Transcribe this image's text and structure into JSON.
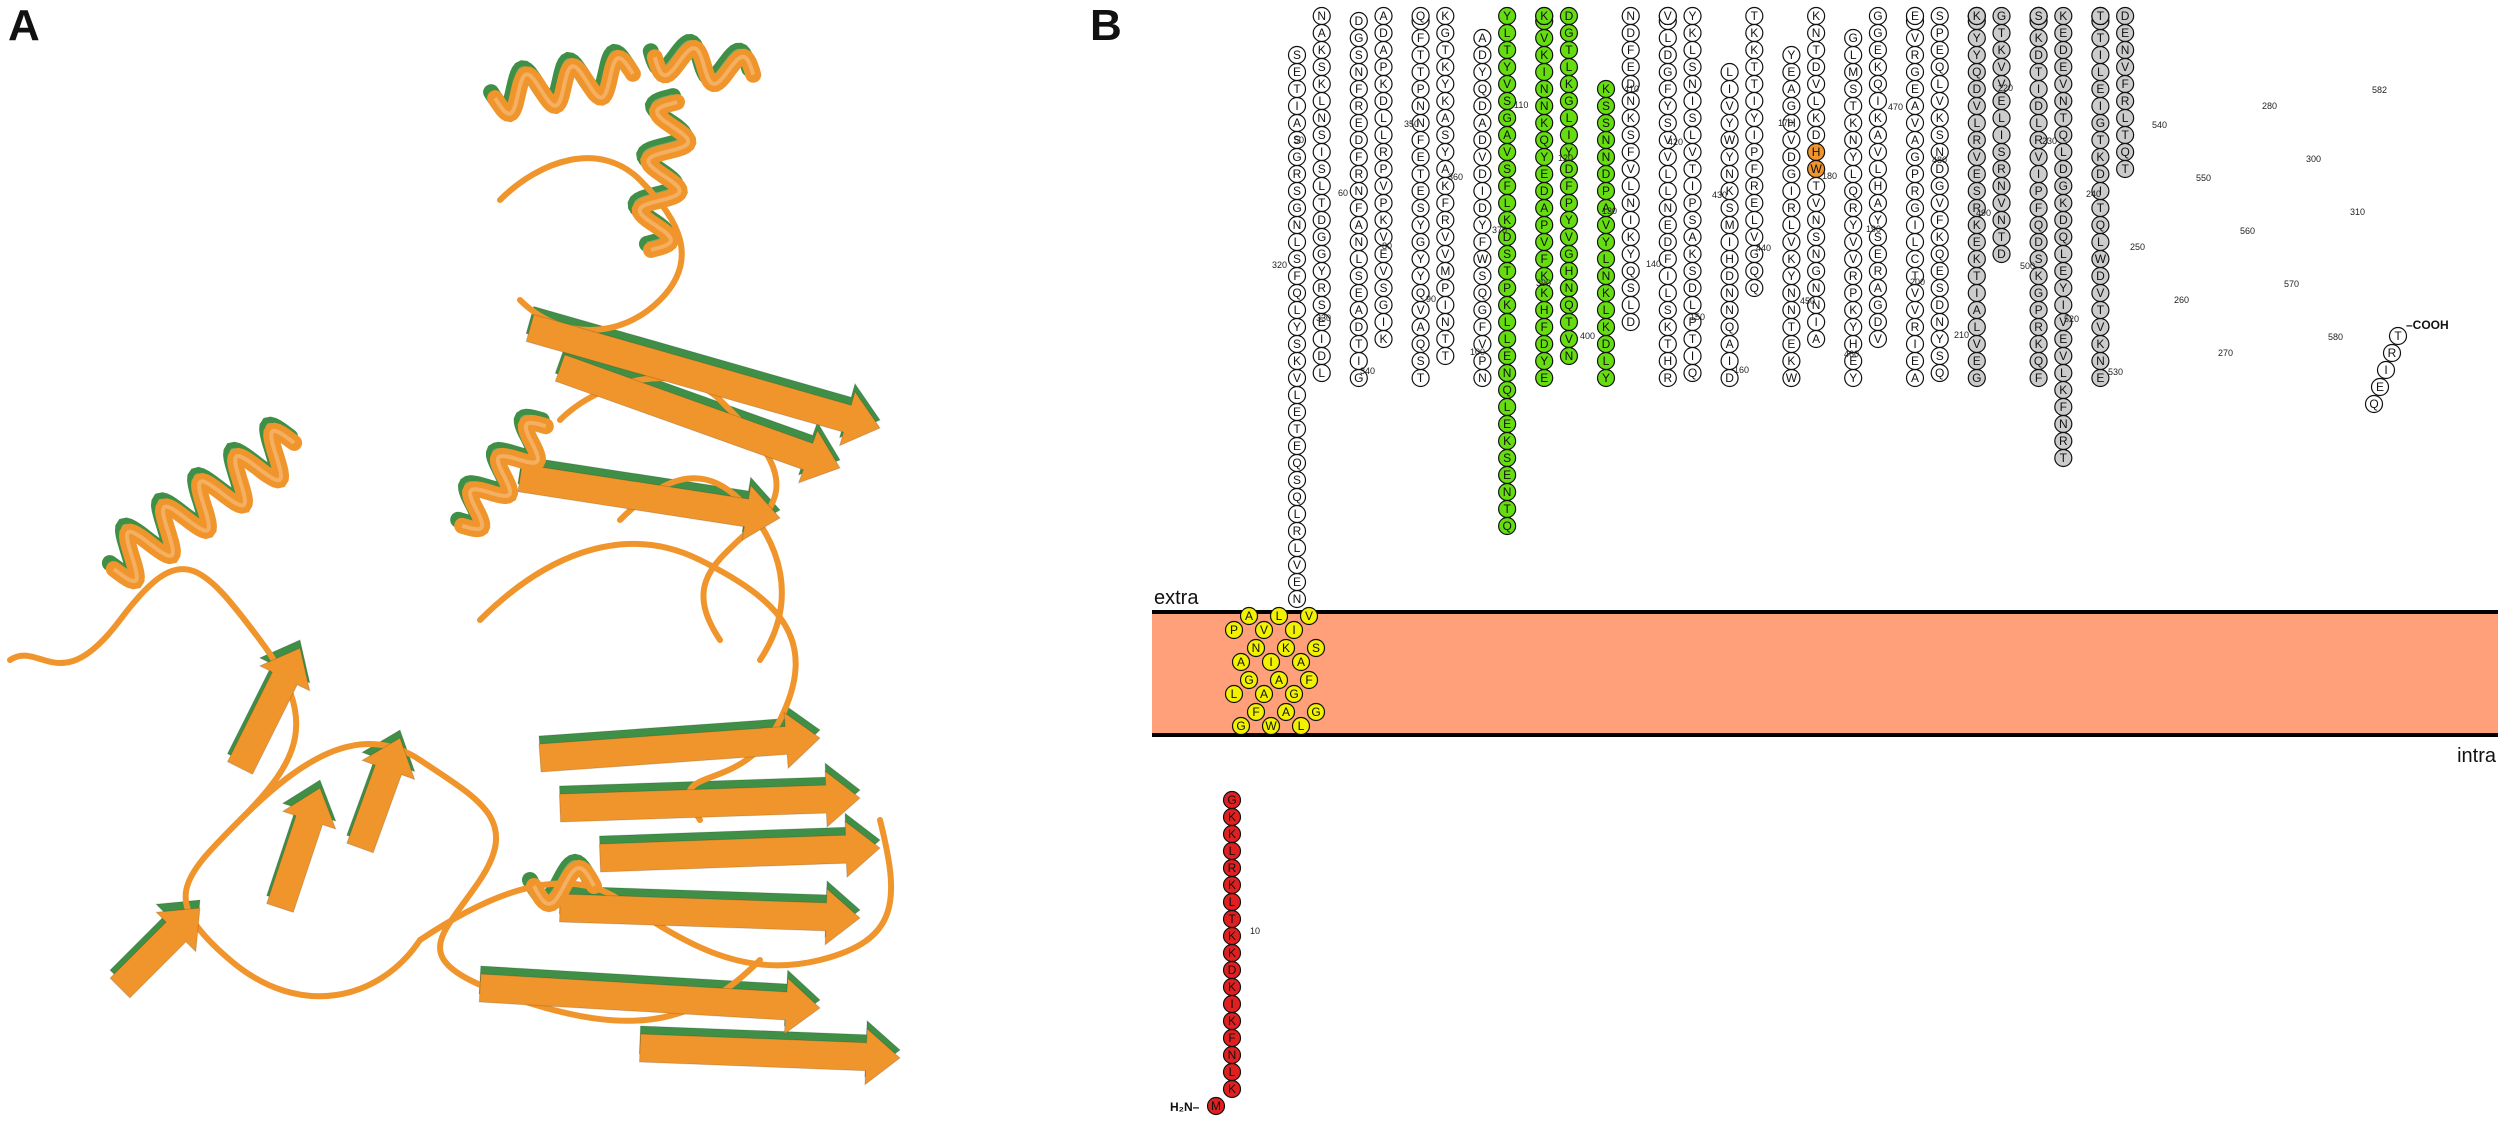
{
  "panel_a": {
    "label": "A",
    "structure_colors": {
      "model_1": "#3f8f47",
      "model_2": "#f0952c"
    }
  },
  "panel_b": {
    "label": "B",
    "extra_label": "extra",
    "intra_label": "intra",
    "n_terminus_label": "H₂N–",
    "c_terminus_label": "–COOH",
    "membrane_color": "#ffa07a",
    "highlight_colors": {
      "intracellular": "#e02020",
      "transmembrane": "#f2f200",
      "green_segment": "#66dd11",
      "orange_residue": "#f0952c",
      "blue_residue": "#22aadd",
      "grey_region": "#cccccc"
    },
    "intracellular_sequence": "MKLNFKIKDKKTLKRLKKG",
    "transmembrane_sequence": "GFWALGLGAAGFANIKASPAVLIV",
    "juxtamembrane_sequence": "NEVLRLQSQETEL",
    "loops": [
      "VKSYLQFSLNGSRGSAITES",
      "NAKSKLNSISLTDGGYRSEIDL",
      "GITDAESLNAFNRFDERFNSGD",
      "ADAPKDLLRPVPKVEVSGIK",
      "TSQAVQYYGYSETEFNNPTTFLQ",
      "KGTKYKASYAKFRVVMPINTT",
      "NPVFGQSWFYDIDVDADQYDA",
      "YLTYVSGAVSFLKDSTPKLLENQLEKSENTQ",
      "EYDFHKKFVPADEYQKNNIKVAPK",
      "DGTLKGLIYDFPYVGHNQTVN",
      "YLDKLKNLYVAPDNNSSK",
      "NDFEDNKSFVLNIKYQSLD",
      "RHTKSLIFDENLLVVSYFGDLRDV",
      "YKLSNISLVTIPSAKSDLPTIQ",
      "DIAQNNDHIMSKNYWYVIL",
      "TKKTTIYIPFRELVGQQ",
      "WKETNNYKVLRIGDVHGAEY",
      "KNTDVLKDHWTVNSNGNNIA",
      "YEHYKPRVVYRQLYNKTSMLG",
      "GGEKQIKAVLHAYSERAGDV",
      "AEIRVVTCLIGRPGAVAEGRVLTE",
      "SPEQLVKSNDGVFKQESDNYSQ",
      "GEVLAITKEKRSEVRLVDQYYIIDK",
      "GTKVVELISRNVNTD",
      "FQKRPGKSDQFPIVRLDITDKVTLKS",
      "KEDEVNTQLDGKDQLEYIVEVLKFNRT",
      "ENKVTVDWLQTIDKTGIELITKENT",
      "DENVFRLTQT"
    ],
    "position_labels": [
      "10",
      "50",
      "60",
      "80",
      "90",
      "100",
      "110",
      "120",
      "130",
      "140",
      "150",
      "160",
      "170",
      "180",
      "190",
      "200",
      "210",
      "220",
      "230",
      "240",
      "250",
      "260",
      "270",
      "280",
      "300",
      "310",
      "320",
      "330",
      "340",
      "350",
      "360",
      "370",
      "390",
      "400",
      "410",
      "420",
      "430",
      "440",
      "450",
      "460",
      "470",
      "480",
      "490",
      "500",
      "520",
      "530",
      "540",
      "550",
      "560",
      "570",
      "580",
      "582"
    ]
  }
}
